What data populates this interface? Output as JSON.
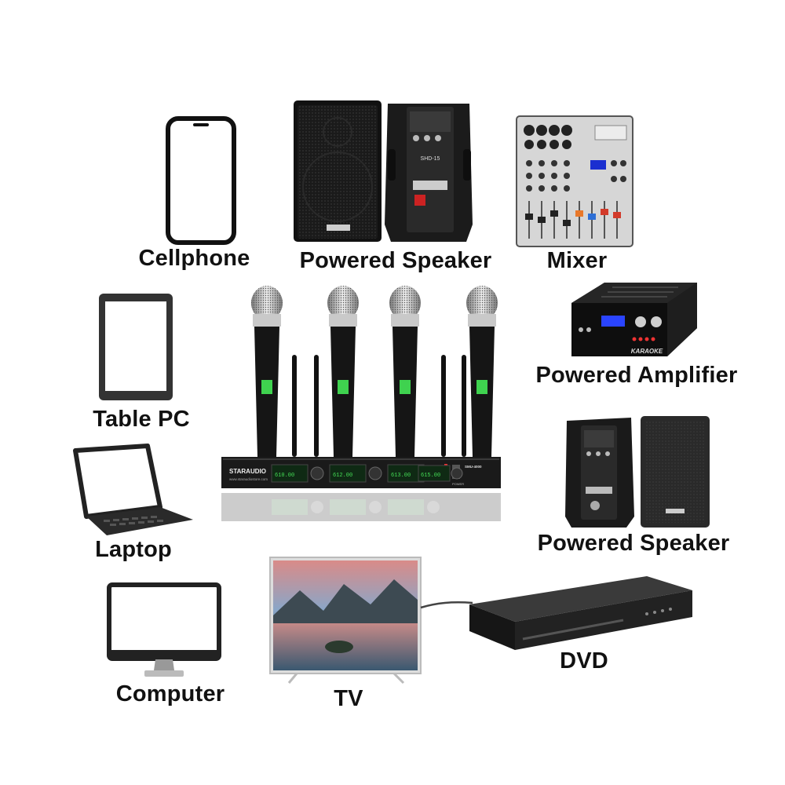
{
  "devices": {
    "cellphone": {
      "label": "Cellphone",
      "icon": "cellphone-icon"
    },
    "powered_speaker_top": {
      "label": "Powered Speaker",
      "icon": "speaker-icon"
    },
    "mixer": {
      "label": "Mixer",
      "icon": "mixer-icon"
    },
    "tablet": {
      "label": "Table PC",
      "icon": "tablet-icon"
    },
    "powered_amplifier": {
      "label": "Powered Amplifier",
      "icon": "amplifier-icon"
    },
    "powered_speaker_right": {
      "label": "Powered Speaker",
      "icon": "speaker-icon"
    },
    "laptop": {
      "label": "Laptop",
      "icon": "laptop-icon"
    },
    "computer": {
      "label": "Computer",
      "icon": "monitor-icon"
    },
    "tv": {
      "label": "TV",
      "icon": "tv-icon"
    },
    "dvd": {
      "label": "DVD",
      "icon": "dvd-player-icon"
    }
  },
  "center_product": {
    "brand": "STARAUDIO",
    "model": "SMU-4000",
    "subtitle": "FOUR-CHANNEL RECEIVER PROFESSIONAL WIRELESS MICROPHONE SYSTEM",
    "website": "www.staraudiostore.com",
    "power_label": "POWER",
    "channels": [
      {
        "freq": "610.00"
      },
      {
        "freq": "612.00"
      },
      {
        "freq": "613.00"
      },
      {
        "freq": "615.00"
      }
    ]
  },
  "speaker_top_model": "SHD-15",
  "amplifier_badge": "KARAOKE",
  "colors": {
    "lcd_green": "#44dd55",
    "mixer_orange": "#e8782a",
    "mixer_blue": "#2d6fd6",
    "mixer_red": "#d23a2a",
    "label": "#111111"
  }
}
